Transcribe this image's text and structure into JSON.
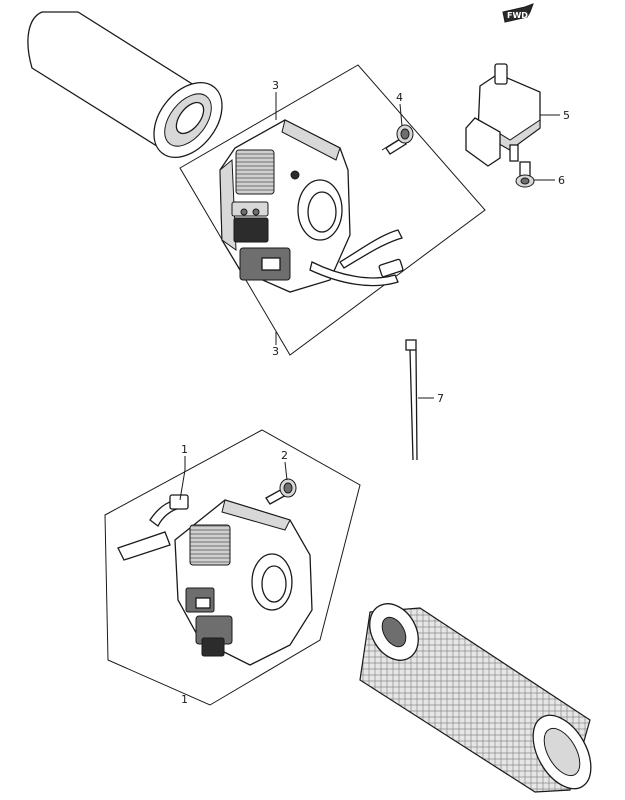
{
  "forward_marker": {
    "label": "FWD"
  },
  "callouts": [
    {
      "id": "1",
      "label": "1"
    },
    {
      "id": "2",
      "label": "2"
    },
    {
      "id": "3",
      "label": "3"
    },
    {
      "id": "4",
      "label": "4"
    },
    {
      "id": "5",
      "label": "5"
    },
    {
      "id": "6",
      "label": "6"
    },
    {
      "id": "7",
      "label": "7"
    }
  ]
}
